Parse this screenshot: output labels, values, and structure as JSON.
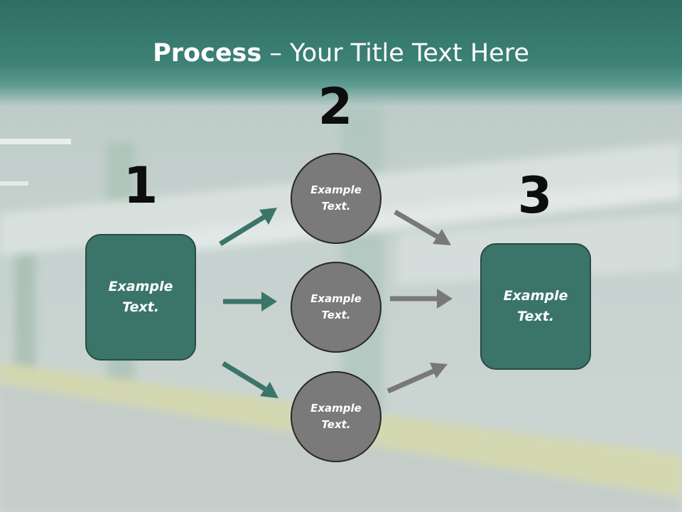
{
  "title": {
    "strong": "Process",
    "rest": " – Your Title Text Here"
  },
  "steps": {
    "one": "1",
    "two": "2",
    "three": "3"
  },
  "left_box": {
    "text": "Example Text."
  },
  "circles": [
    {
      "text": "Example Text."
    },
    {
      "text": "Example Text."
    },
    {
      "text": "Example Text."
    }
  ],
  "right_box": {
    "text": "Example Text."
  },
  "colors": {
    "accent": "#3b7569",
    "arrow_teal": "#3b7569",
    "arrow_gray": "#787878",
    "circle": "#7a7a7a"
  }
}
